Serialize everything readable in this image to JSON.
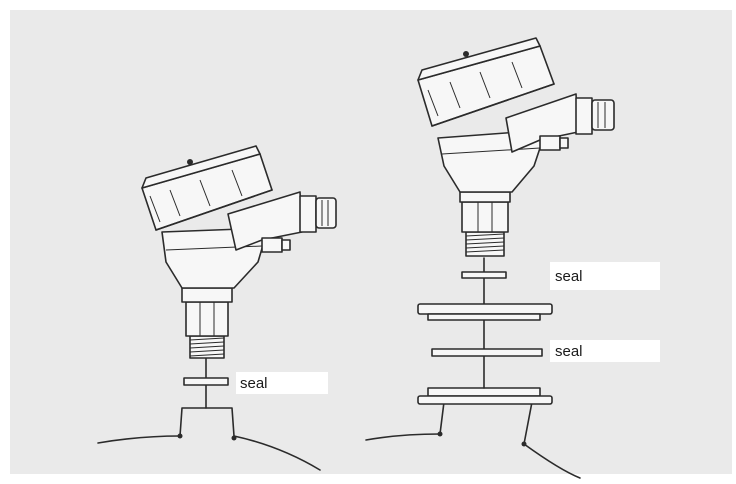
{
  "labels": {
    "left_seal": "seal",
    "right_seal_top": "seal",
    "right_seal_bottom": "seal"
  },
  "colors": {
    "background_panel": "#eaeaea",
    "line": "#2b2b2b",
    "housing_fill": "#f7f7f7"
  }
}
